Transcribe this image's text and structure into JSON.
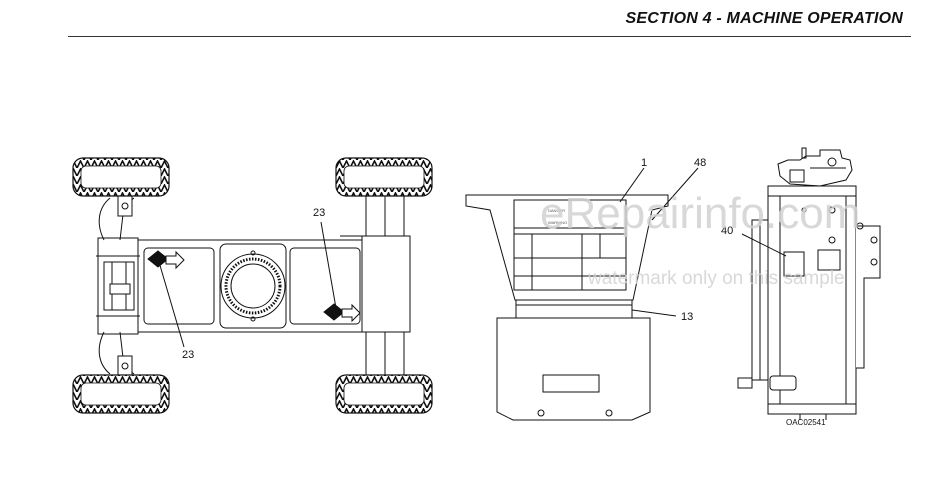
{
  "header": {
    "section_title": "SECTION 4 - MACHINE OPERATION"
  },
  "callouts": {
    "c1": "1",
    "c13": "13",
    "c23_top": "23",
    "c23_bottom": "23",
    "c40": "40",
    "c48": "48"
  },
  "figure_code": "OAC02541",
  "watermark": {
    "line1": "eRepairinfo.com",
    "line2": "watermark only on this sample"
  },
  "decal_text": {
    "a": "DANGER",
    "b": "WARNING"
  }
}
